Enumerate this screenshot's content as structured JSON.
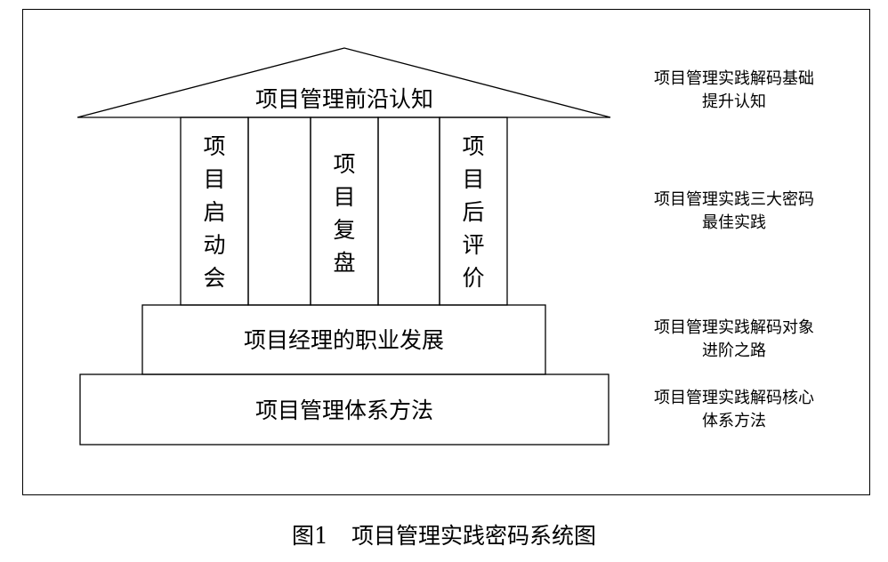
{
  "roof": "项目管理前沿认知",
  "pillars": [
    {
      "chars": [
        "项",
        "目",
        "启",
        "动",
        "会"
      ]
    },
    {
      "chars": [
        "项",
        "目",
        "复",
        "盘"
      ]
    },
    {
      "chars": [
        "项",
        "目",
        "后",
        "评",
        "价"
      ]
    }
  ],
  "tier1": "项目经理的职业发展",
  "tier2": "项目管理体系方法",
  "notes": [
    {
      "line1": "项目管理实践解码基础",
      "line2": "提升认知"
    },
    {
      "line1": "项目管理实践三大密码",
      "line2": "最佳实践"
    },
    {
      "line1": "项目管理实践解码对象",
      "line2": "进阶之路"
    },
    {
      "line1": "项目管理实践解码核心",
      "line2": "体系方法"
    }
  ],
  "caption": {
    "number": "图1",
    "title": "项目管理实践密码系统图"
  }
}
